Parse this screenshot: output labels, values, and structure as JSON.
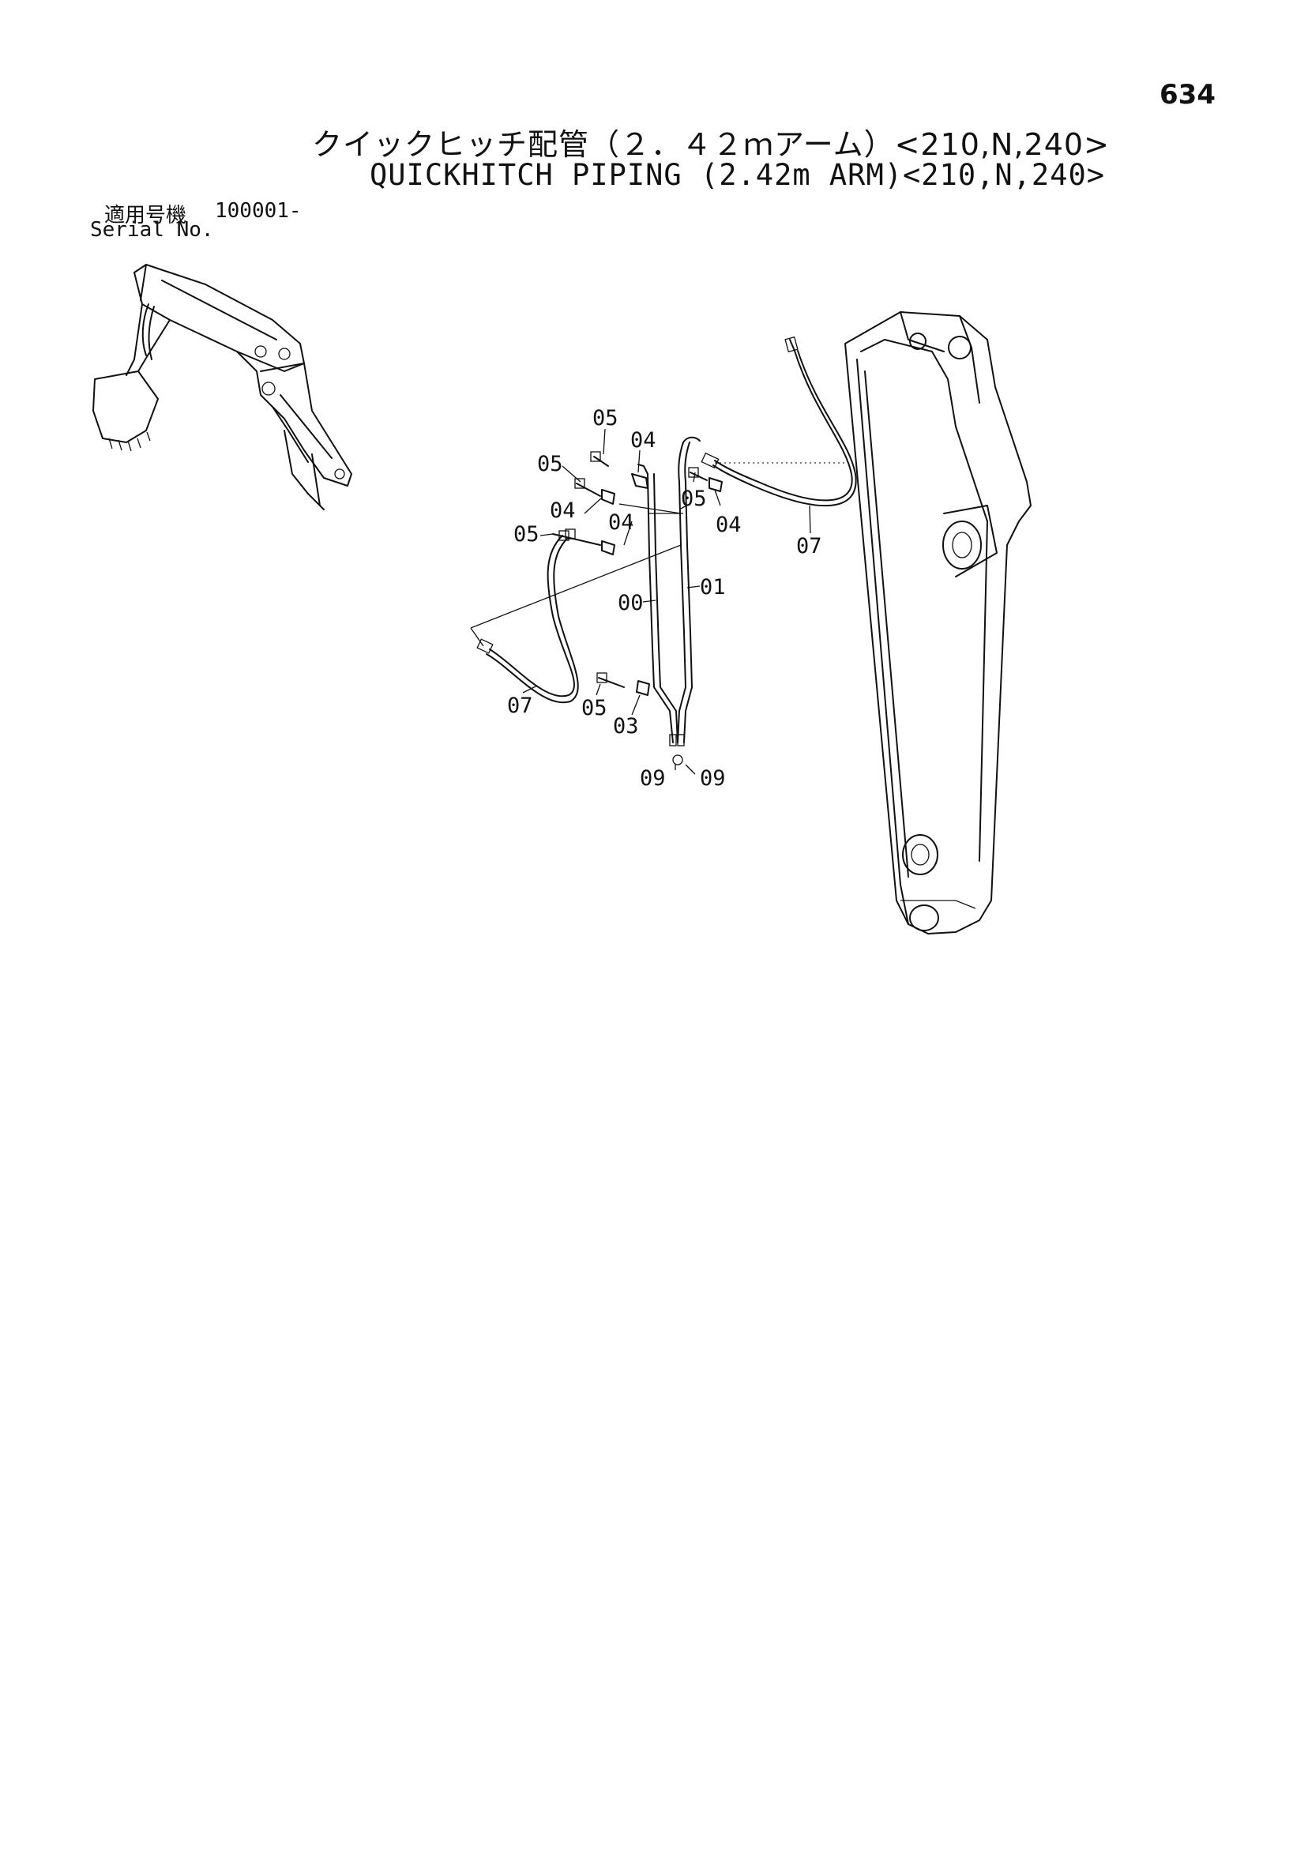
{
  "page": {
    "number": "634",
    "title_jp": "クイックヒッチ配管（２．４２ｍアーム）<210,N,240>",
    "title_en": "QUICKHITCH PIPING (2.42m ARM)<210,N,240>"
  },
  "serial": {
    "label_jp": "適用号機",
    "label_en": "Serial No.",
    "range": "100001-"
  },
  "callouts": [
    {
      "id": "c-05-top",
      "text": "05"
    },
    {
      "id": "c-04-top",
      "text": "04"
    },
    {
      "id": "c-05-left",
      "text": "05"
    },
    {
      "id": "c-04-left",
      "text": "04"
    },
    {
      "id": "c-04-mid",
      "text": "04"
    },
    {
      "id": "c-05-low",
      "text": "05"
    },
    {
      "id": "c-05-right",
      "text": "05"
    },
    {
      "id": "c-04-right",
      "text": "04"
    },
    {
      "id": "c-07-right",
      "text": "07"
    },
    {
      "id": "c-00",
      "text": "00"
    },
    {
      "id": "c-01",
      "text": "01"
    },
    {
      "id": "c-07-left",
      "text": "07"
    },
    {
      "id": "c-05-bottom",
      "text": "05"
    },
    {
      "id": "c-03",
      "text": "03"
    },
    {
      "id": "c-09-left",
      "text": "09"
    },
    {
      "id": "c-09-right",
      "text": "09"
    }
  ]
}
